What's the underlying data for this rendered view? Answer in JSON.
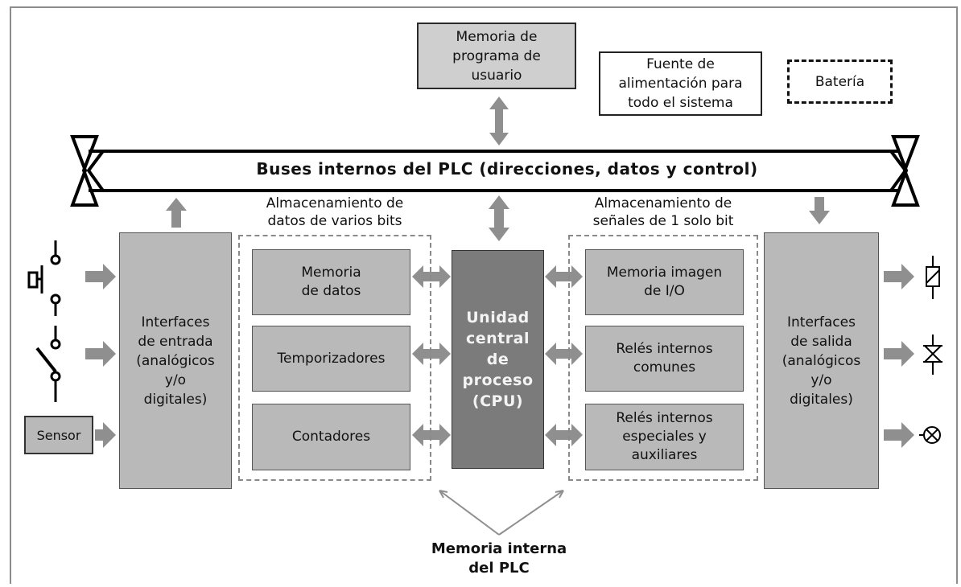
{
  "bus": {
    "label": "Buses internos del PLC (direcciones, datos y control)"
  },
  "top": {
    "program_memory": "Memoria de\nprograma de\nusuario",
    "power_supply": "Fuente de\nalimentación para\ntodo el sistema",
    "battery": "Batería"
  },
  "left_group": {
    "title": "Almacenamiento de\ndatos de varios bits",
    "items": [
      "Memoria\nde datos",
      "Temporizadores",
      "Contadores"
    ]
  },
  "right_group": {
    "title": "Almacenamiento de\nseñales de 1 solo bit",
    "items": [
      "Memoria imagen\nde I/O",
      "Relés internos\ncomunes",
      "Relés internos\nespeciales y\nauxiliares"
    ]
  },
  "cpu": {
    "label": "Unidad\ncentral\nde\nproceso\n(CPU)"
  },
  "input_interface": {
    "label": "Interfaces\nde entrada\n(analógicos\ny/o\ndigitales)"
  },
  "output_interface": {
    "label": "Interfaces\nde salida\n(analógicos\ny/o\ndigitales)"
  },
  "sensor": {
    "label": "Sensor"
  },
  "internal_memory": {
    "label": "Memoria interna\ndel PLC"
  },
  "colors": {
    "arrow": "#8f8f8f",
    "cpu": "#7b7b7b",
    "block": "#b9b9b9",
    "memory": "#cfcfcf"
  },
  "icons": [
    "push-button-icon",
    "switch-icon",
    "coil-output-icon",
    "valve-output-icon",
    "lamp-output-icon"
  ]
}
